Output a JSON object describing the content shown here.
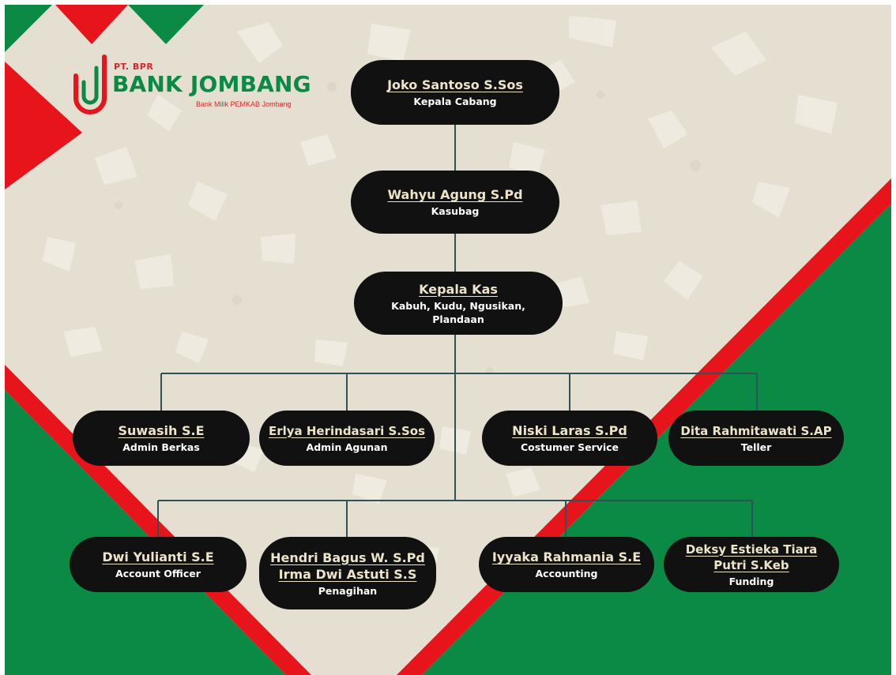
{
  "logo": {
    "prefix": "PT. BPR",
    "name": "BANK JOMBANG",
    "tagline": "Bank Milik PEMKAB Jombang"
  },
  "colors": {
    "green": "#0b8a45",
    "red": "#e8141c",
    "beige": "#e5dfd1",
    "node": "#111111",
    "name_text": "#ece3c9",
    "connector": "#2f5256"
  },
  "org": {
    "kepala_cabang": {
      "name": "Joko Santoso S.Sos",
      "role": "Kepala Cabang"
    },
    "kasubag": {
      "name": "Wahyu Agung S.Pd",
      "role": "Kasubag"
    },
    "kepala_kas": {
      "name": "Kepala Kas",
      "role": "Kabuh, Kudu, Ngusikan, Plandaan"
    },
    "admin_berkas": {
      "name": "Suwasih S.E",
      "role": "Admin Berkas"
    },
    "admin_agunan": {
      "name": "Erlya Herindasari S.Sos",
      "role": "Admin Agunan"
    },
    "costumer_service": {
      "name": "Niski Laras S.Pd",
      "role": "Costumer Service"
    },
    "teller": {
      "name": "Dita Rahmitawati S.AP",
      "role": "Teller"
    },
    "account_officer": {
      "name": "Dwi Yulianti S.E",
      "role": "Account Officer"
    },
    "penagihan": {
      "name": "Hendri Bagus W. S.Pd",
      "name2": "Irma Dwi Astuti S.S",
      "role": "Penagihan"
    },
    "accounting": {
      "name": "Iyyaka Rahmania S.E",
      "role": "Accounting"
    },
    "funding": {
      "name": "Deksy Estieka Tiara",
      "name2": "Putri S.Keb",
      "role": "Funding"
    }
  }
}
